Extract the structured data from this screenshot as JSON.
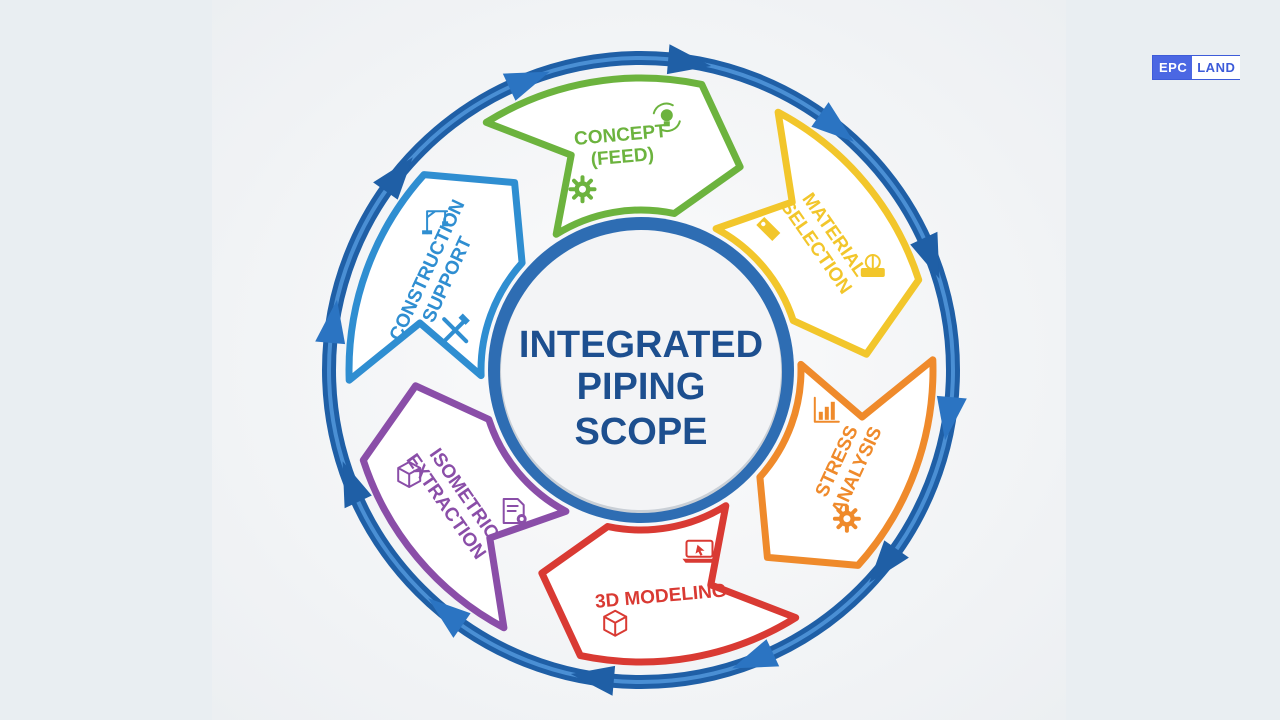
{
  "title": [
    "INTEGRATED",
    "PIPING",
    "SCOPE"
  ],
  "logo": {
    "part1": "EPC",
    "part2": "LAND"
  },
  "segments": [
    {
      "id": "concept",
      "lines": [
        "CONCEPT",
        "(FEED)"
      ],
      "color": "#6cb33e",
      "icons": [
        "gear-icon",
        "lightbulb-cycle-icon"
      ]
    },
    {
      "id": "material",
      "lines": [
        "MATERIAL",
        "SELECTION"
      ],
      "color": "#f2c62b",
      "icons": [
        "tag-icon",
        "valve-icon"
      ]
    },
    {
      "id": "stress",
      "lines": [
        "STRESS",
        "ANALYSIS"
      ],
      "color": "#ef8a2b",
      "icons": [
        "bar-chart-icon",
        "gear-icon"
      ]
    },
    {
      "id": "modeling",
      "lines": [
        "3D MODELING"
      ],
      "color": "#d93a33",
      "icons": [
        "laptop-icon",
        "cube-icon"
      ]
    },
    {
      "id": "isometric",
      "lines": [
        "ISOMETRIC",
        "EXTRACTION"
      ],
      "color": "#8a4ea8",
      "icons": [
        "document-gear-icon",
        "cube-icon"
      ]
    },
    {
      "id": "construction",
      "lines": [
        "CONSTRUCTION",
        "SUPPORT"
      ],
      "color": "#2f8ed1",
      "icons": [
        "tools-icon",
        "crane-icon"
      ]
    }
  ],
  "colors": {
    "ring": "#1f5fa6",
    "ring_light": "#3b82c9",
    "center_text": "#1d4f8f"
  }
}
